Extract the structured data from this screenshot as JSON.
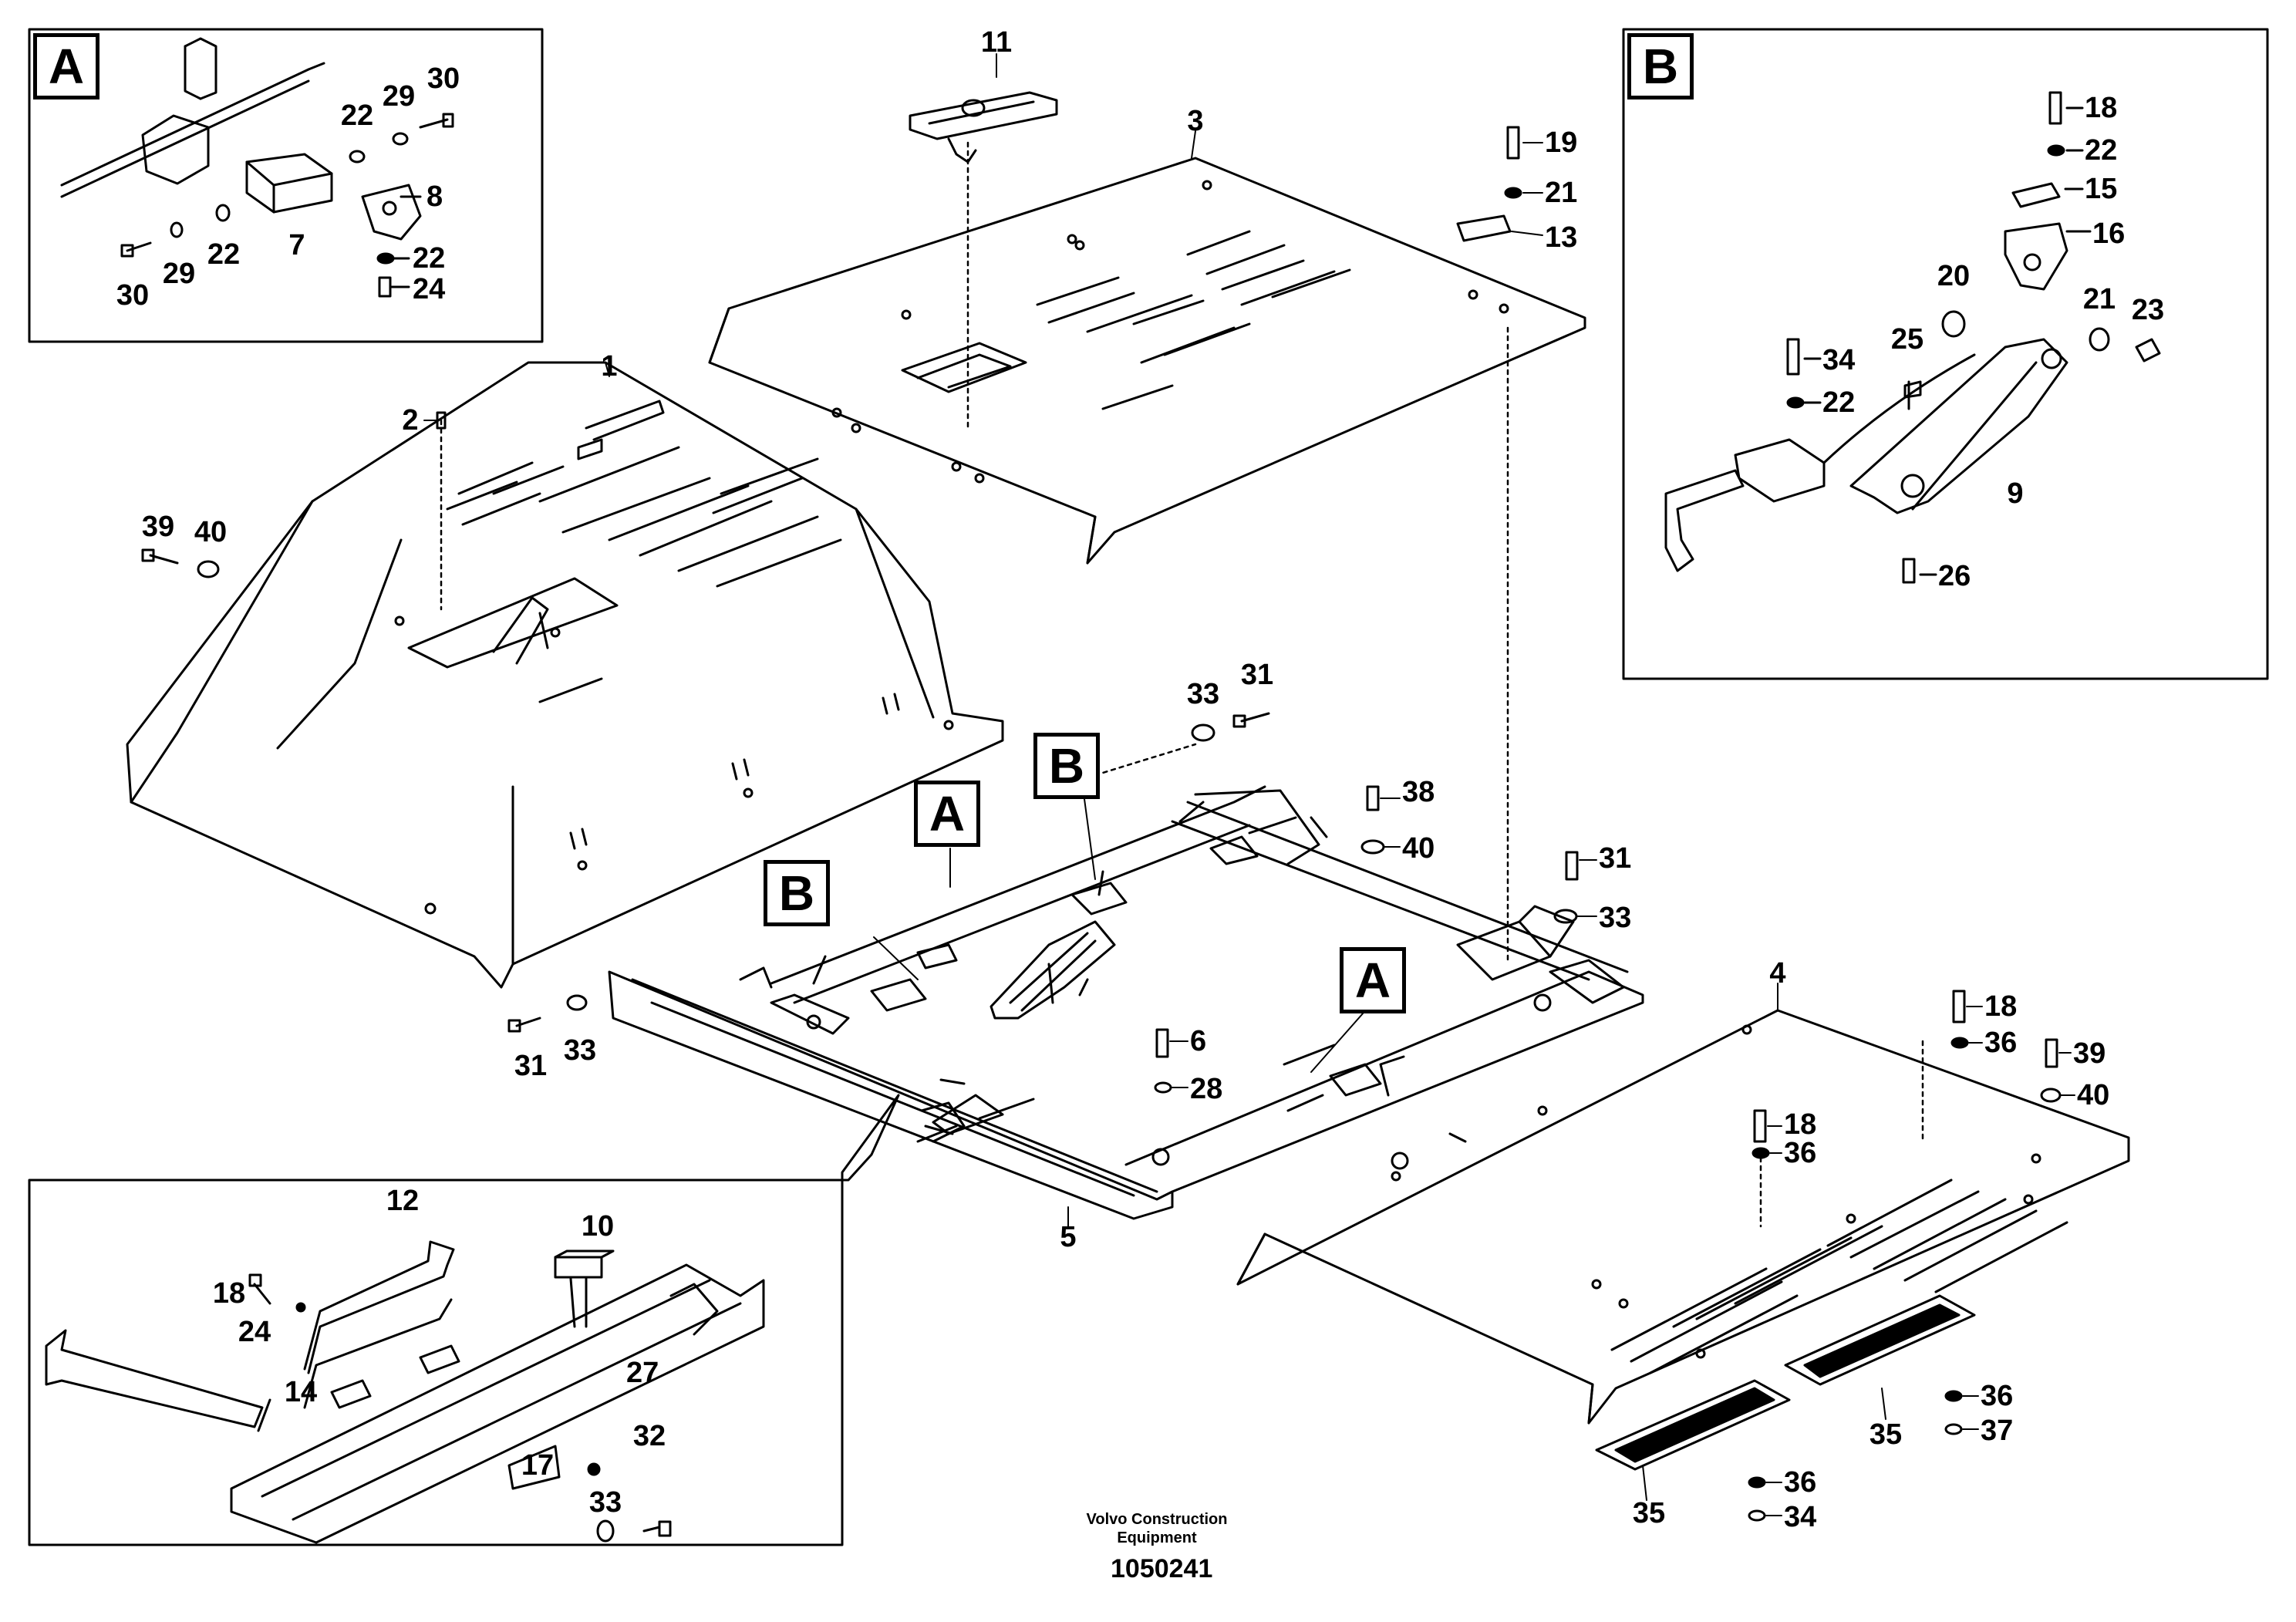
{
  "callouts": {
    "c1": "1",
    "c2": "2",
    "c3": "3",
    "c4": "4",
    "c5": "5",
    "c6": "6",
    "c28": "28",
    "c11": "11",
    "c19": "19",
    "c21": "21",
    "c13": "13",
    "c39": "39",
    "c40": "40",
    "c33a": "33",
    "c31a": "31",
    "c38": "38",
    "c40b": "40",
    "c31b": "31",
    "c33b": "33",
    "c31c": "31",
    "c33c": "33",
    "c18a": "18",
    "c36a": "36",
    "c39b": "39",
    "c40c": "40",
    "c18b": "18",
    "c36b": "36",
    "c36c": "36",
    "c37": "37",
    "c36d": "36",
    "c34": "34",
    "c35a": "35",
    "c35b": "35"
  },
  "detailA": {
    "tag": "A",
    "labels": {
      "l22a": "22",
      "l29a": "29",
      "l30a": "30",
      "l8": "8",
      "l7": "7",
      "l30b": "30",
      "l29b": "29",
      "l22b": "22",
      "l22c": "22",
      "l24": "24"
    }
  },
  "detailB": {
    "tag": "B",
    "labels": {
      "l18": "18",
      "l22a": "22",
      "l15": "15",
      "l16": "16",
      "l20": "20",
      "l34": "34",
      "l25": "25",
      "l21": "21",
      "l23": "23",
      "l22b": "22",
      "l9": "9",
      "l26": "26"
    }
  },
  "detailC": {
    "labels": {
      "l12": "12",
      "l10": "10",
      "l18": "18",
      "l24": "24",
      "l14": "14",
      "l27": "27",
      "l32": "32",
      "l17": "17",
      "l33": "33"
    }
  },
  "markers": {
    "b1": "B",
    "a1": "A",
    "b2": "B",
    "a2": "A"
  },
  "footer": {
    "company_line1": "Volvo Construction",
    "company_line2": "Equipment",
    "drawing_number": "1050241"
  }
}
